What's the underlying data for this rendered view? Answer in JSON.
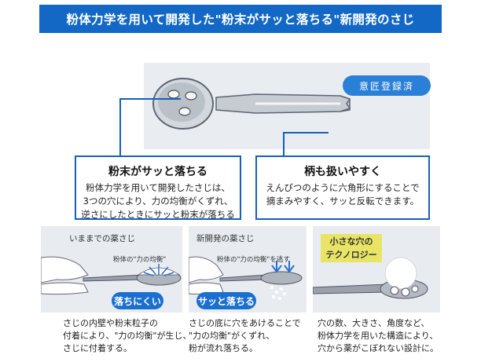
{
  "header": {
    "title": "粉体力学を用いて開発した\"粉末がサッと落ちる\"新開発のさじ"
  },
  "spoon": {
    "badge": "意匠登録済"
  },
  "features": [
    {
      "title": "粉末がサッと落ちる",
      "lines": [
        "粉体力学を用いて開発したさじは、",
        "3つの穴により、力の均衡がくずれ、",
        "逆さにしたときにサッと粉末が落ちる"
      ]
    },
    {
      "title": "柄も扱いやすく",
      "lines": [
        "えんぴつのように六角形にすることで",
        "摘まみやすく、サッと反転できます。"
      ]
    }
  ],
  "panels": [
    {
      "label": "いままでの薬さじ",
      "annotation": "粉体の\"力の均衡\"",
      "pill": "落ちにくい",
      "caption": [
        "さじの内壁や粉末粒子の",
        "付着により、\"力の均衡\"が生じ、",
        "さじに付着する。"
      ]
    },
    {
      "label": "新開発の薬さじ",
      "annotation": "粉体の\"力の均衡\"を逃す",
      "pill": "サッと落ちる",
      "caption": [
        "さじの底に穴をあけることで",
        "\"力の均衡\"がくずれ、",
        "粉が流れ落ちる。"
      ]
    },
    {
      "label": "小さな穴の",
      "label2": "テクノロジー",
      "caption": [
        "穴の数、大きさ、角度など、",
        "粉体力学を用いた構造により、",
        "穴から薬がこぼれない設計に。"
      ]
    }
  ],
  "colors": {
    "brand": "#1268c4",
    "accent": "#2a7fd6",
    "panel": "#e8ecf0",
    "highlight": "#e8e566"
  }
}
